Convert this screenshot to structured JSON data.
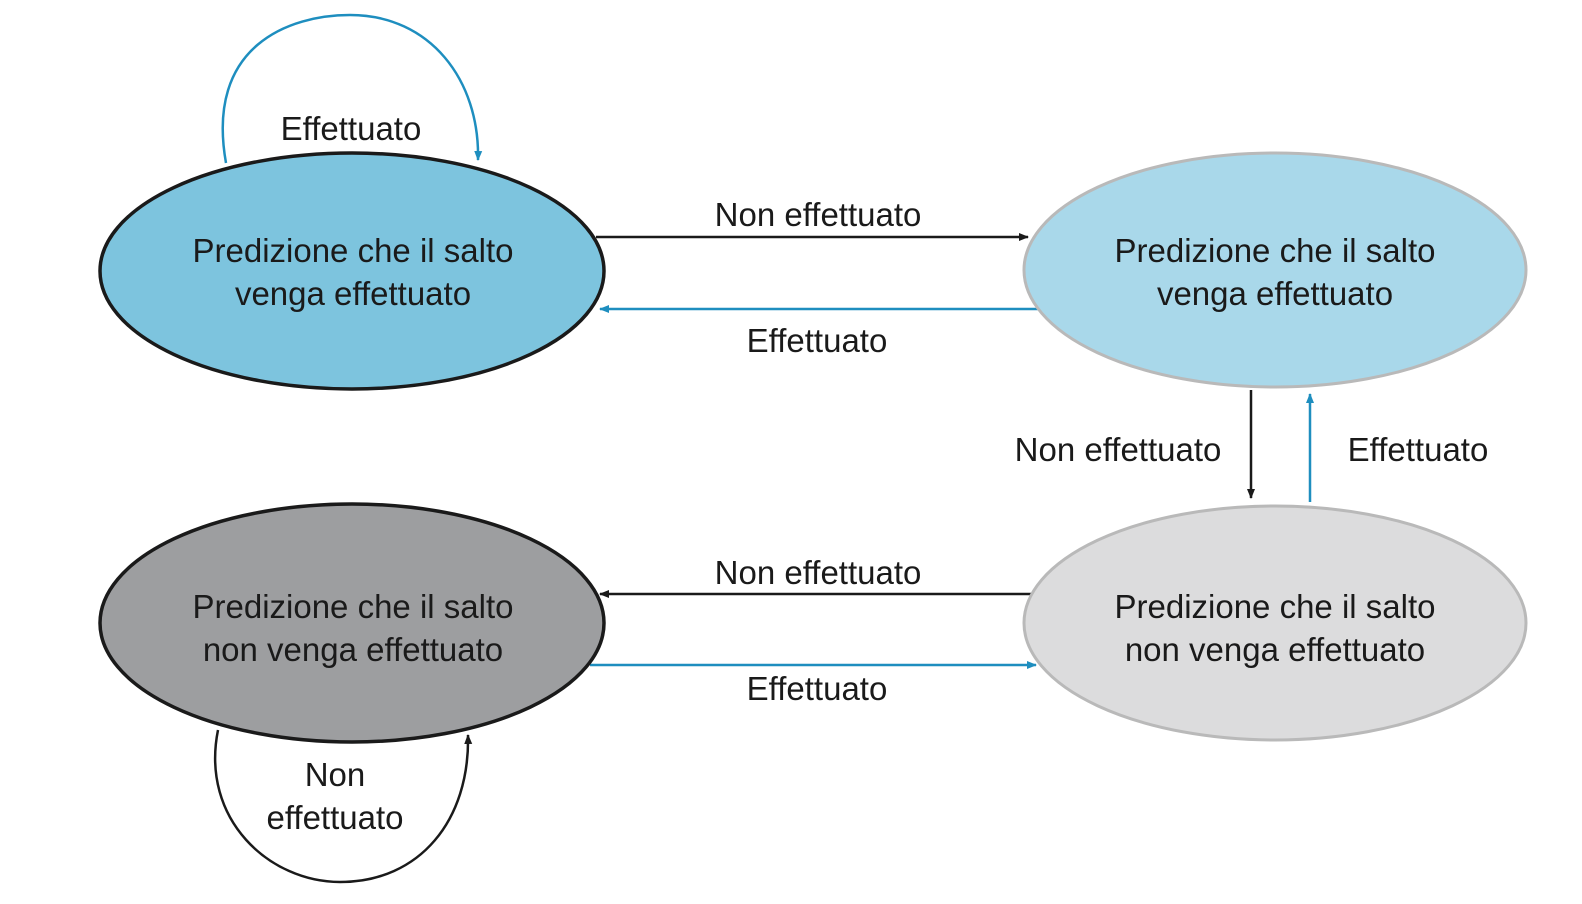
{
  "colors": {
    "taken_edge": "#1e8ebf",
    "not_taken_edge": "#1a1a1a",
    "strong_taken_fill": "#7dc4de",
    "weak_taken_fill": "#a9d8ea",
    "weak_not_taken_fill": "#dcdcdd",
    "strong_not_taken_fill": "#9d9ea0",
    "strong_border": "#1a1a1a",
    "weak_border": "#b9b9b9"
  },
  "states": {
    "strong_taken": {
      "line1": "Predizione che il salto",
      "line2": "venga effettuato"
    },
    "weak_taken": {
      "line1": "Predizione che il salto",
      "line2": "venga effettuato"
    },
    "weak_not_taken": {
      "line1": "Predizione che il salto",
      "line2": "non venga effettuato"
    },
    "strong_not_taken": {
      "line1": "Predizione che il salto",
      "line2": "non venga effettuato"
    }
  },
  "edges": {
    "self_loop_taken": "Effettuato",
    "st_to_wt_not_taken": "Non effettuato",
    "wt_to_st_taken": "Effettuato",
    "wt_to_wnt_not_taken": "Non effettuato",
    "wnt_to_wt_taken": "Effettuato",
    "wnt_to_snt_not_taken": "Non effettuato",
    "snt_to_wnt_taken": "Effettuato",
    "self_loop_not_taken_line1": "Non",
    "self_loop_not_taken_line2": "effettuato"
  }
}
